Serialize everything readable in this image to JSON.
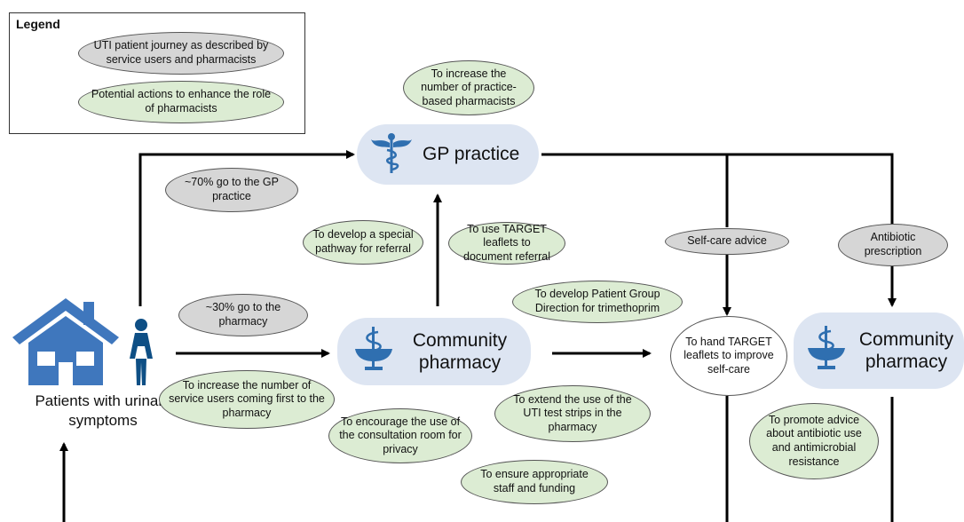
{
  "legend": {
    "title": "Legend",
    "journey": "UTI patient journey as described by service users and pharmacists",
    "actions": "Potential actions to enhance the role of pharmacists"
  },
  "nodes": {
    "gp": "GP practice",
    "community_center": "Community pharmacy",
    "community_right": "Community pharmacy",
    "patients": "Patients with urinary symptoms"
  },
  "journey": {
    "gp_share": "~70% go to the GP practice",
    "pharmacy_share": "~30% go to the pharmacy",
    "self_care": "Self-care advice",
    "antibiotic": "Antibiotic prescription"
  },
  "actions": {
    "increase_practice_pharmacists": "To increase the number of practice-based pharmacists",
    "special_pathway": "To develop a special pathway for referral",
    "target_referral": "To use TARGET leaflets to document referral",
    "pgd": "To develop Patient Group Direction for trimethoprim",
    "increase_first": "To increase the number of service users coming first to the pharmacy",
    "consultation_room": "To encourage the use of the consultation room for privacy",
    "test_strips": "To extend the use of the UTI test strips in the pharmacy",
    "staff_funding": "To ensure appropriate staff and funding",
    "target_selfcare": "To hand TARGET leaflets to improve self-care",
    "antimicrobial_advice": "To promote advice about antibiotic use and antimicrobial resistance"
  },
  "colors": {
    "journey_fill": "#d6d6d6",
    "action_fill": "#dcecd3",
    "node_fill": "#dde5f2",
    "icon_blue": "#2f6fb0"
  }
}
